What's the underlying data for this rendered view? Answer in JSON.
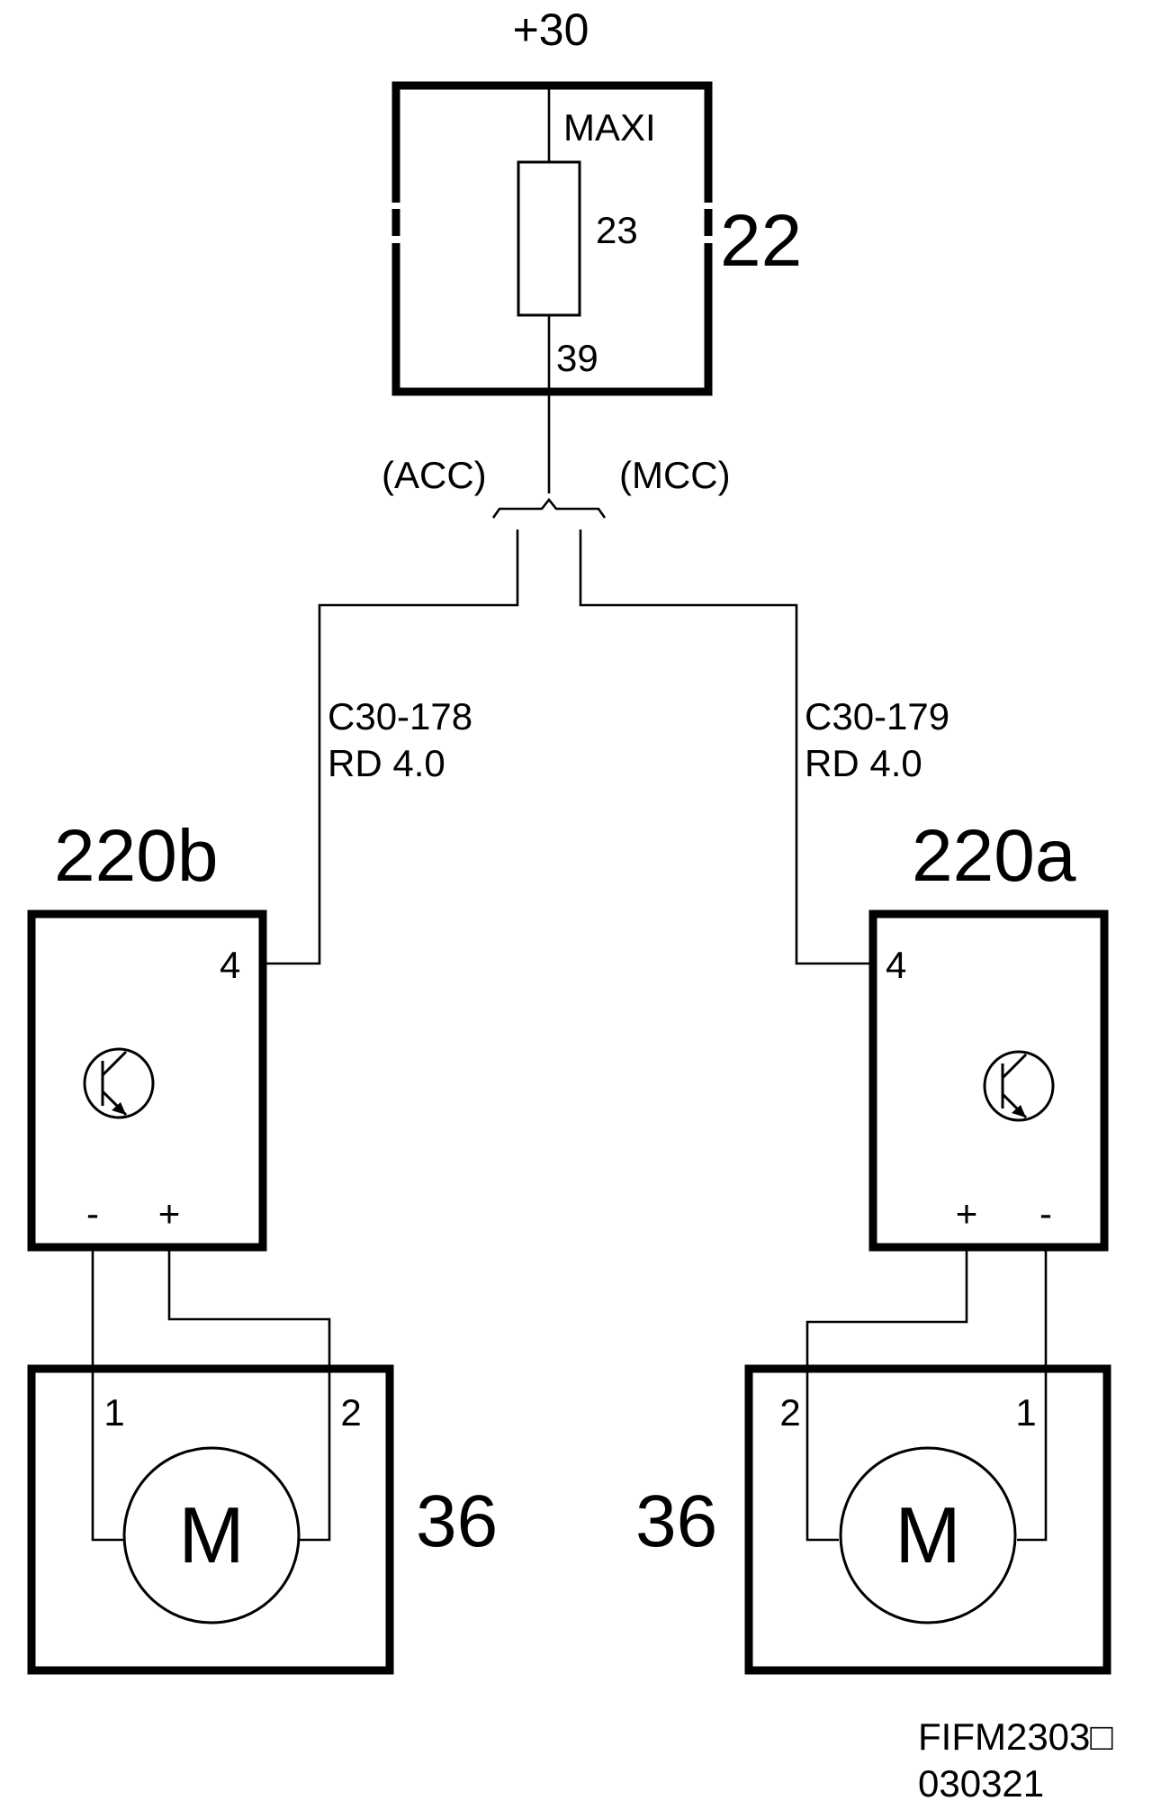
{
  "supply": {
    "label": "+30"
  },
  "fuse_box": {
    "component_number": "22",
    "fuse_type": "MAXI",
    "fuse_number": "23",
    "terminal": "39"
  },
  "branches": {
    "left_label": "(ACC)",
    "right_label": "(MCC)"
  },
  "wires": {
    "left": {
      "id": "C30-178",
      "spec": "RD  4.0"
    },
    "right": {
      "id": "C30-179",
      "spec": "RD  4.0"
    }
  },
  "modules": {
    "left": {
      "name": "220b",
      "pin": "4",
      "minus": "-",
      "plus": "+"
    },
    "right": {
      "name": "220a",
      "pin": "4",
      "minus": "-",
      "plus": "+"
    }
  },
  "motors": {
    "left": {
      "name": "36",
      "symbol": "M",
      "pin1": "1",
      "pin2": "2"
    },
    "right": {
      "name": "36",
      "symbol": "M",
      "pin1": "1",
      "pin2": "2"
    }
  },
  "footer": {
    "code": "FIFM2303□",
    "date": "030321"
  }
}
